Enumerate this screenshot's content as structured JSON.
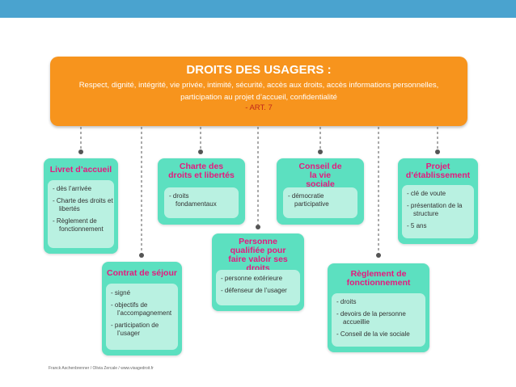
{
  "header": {
    "title": "DROITS DES USAGERS :",
    "description": "Respect, dignité, intégrité, vie privée, intimité, sécurité, accès aux droits, accès informations personnelles, participation au projet d’accueil, confidentialité",
    "article": "- ART. 7"
  },
  "boxes": {
    "livret": {
      "title": "Livret d’accueil",
      "items": [
        "dès l’arrivée",
        "Charte des droits et libertés",
        "Règlement de fonctionnement"
      ]
    },
    "charte": {
      "title": "Charte des droits et libertés",
      "items": [
        "droits fondamentaux"
      ]
    },
    "conseil": {
      "title": "Conseil de la vie sociale",
      "items": [
        "démocratie participative"
      ]
    },
    "projet": {
      "title": "Projet d’établissement",
      "items": [
        "clé de voute",
        "présentation de la structure",
        "5 ans"
      ]
    },
    "contrat": {
      "title": "Contrat de séjour",
      "items": [
        "signé",
        "objectifs de l’accompagnement",
        "participation de l’usager"
      ]
    },
    "personne": {
      "title": "Personne qualifiée pour faire valoir ses droits",
      "items": [
        "personne extérieure",
        "défenseur de l’usager"
      ]
    },
    "reglement": {
      "title": "Règlement de fonctionnement",
      "items": [
        "droits",
        "devoirs de la personne accueillie",
        "Conseil de la vie sociale"
      ]
    }
  },
  "footer": {
    "credit": "Franck Aschenbrenner / Olivia Zercale / www.visagedroit.fr"
  },
  "colors": {
    "header": "#f7941d",
    "box": "#5ce0c0",
    "inner": "#b9f1e1",
    "title_text": "#e5197e",
    "article": "#c0271c",
    "topbar": "#4aa3cf"
  }
}
